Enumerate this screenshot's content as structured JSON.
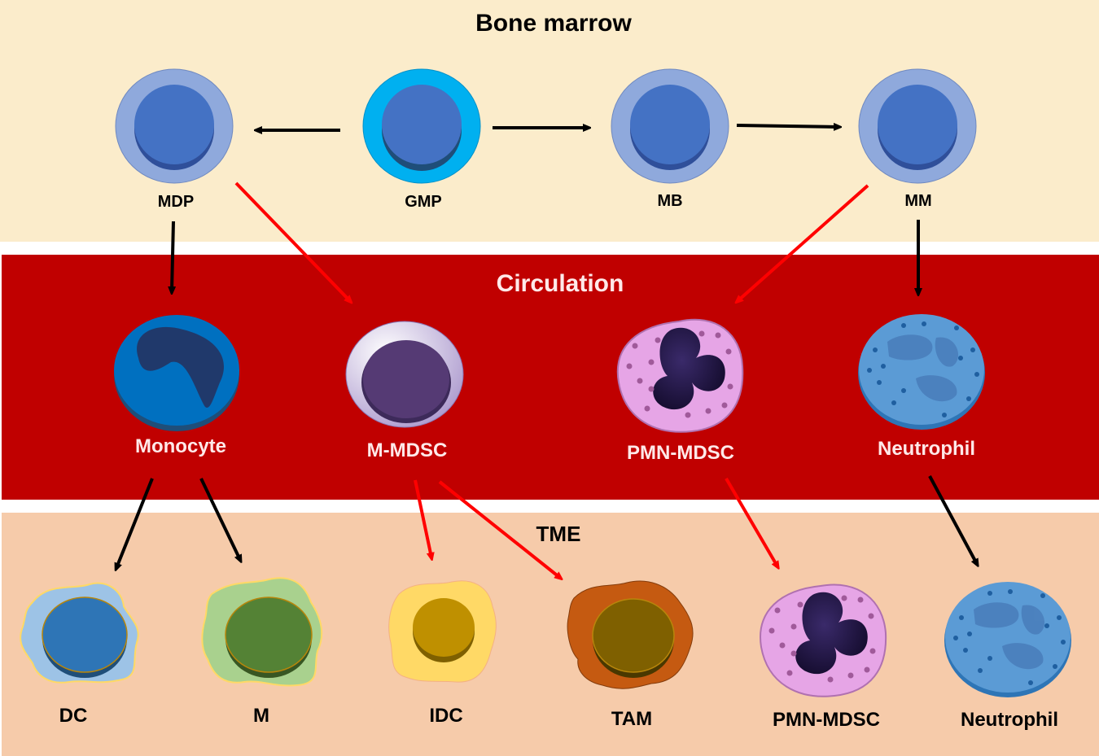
{
  "sections": {
    "bone_marrow": {
      "title": "Bone marrow",
      "color": "#fbeccb"
    },
    "circulation": {
      "title": "Circulation",
      "color": "#c00000"
    },
    "tme": {
      "title": "TME",
      "color": "#f6cbaa"
    }
  },
  "cells": {
    "mdp": "MDP",
    "gmp": "GMP",
    "mb": "MB",
    "mm": "MM",
    "monocyte": "Monocyte",
    "m_mdsc": "M-MDSC",
    "pmn_mdsc": "PMN-MDSC",
    "neutrophil": "Neutrophil",
    "dc": "DC",
    "m": "M",
    "idc": "IDC",
    "tam": "TAM",
    "pmn_mdsc_tme": "PMN-MDSC",
    "neutrophil_tme": "Neutrophil"
  },
  "arrow_colors": {
    "normal": "#000000",
    "mdsc": "#ff0000"
  }
}
